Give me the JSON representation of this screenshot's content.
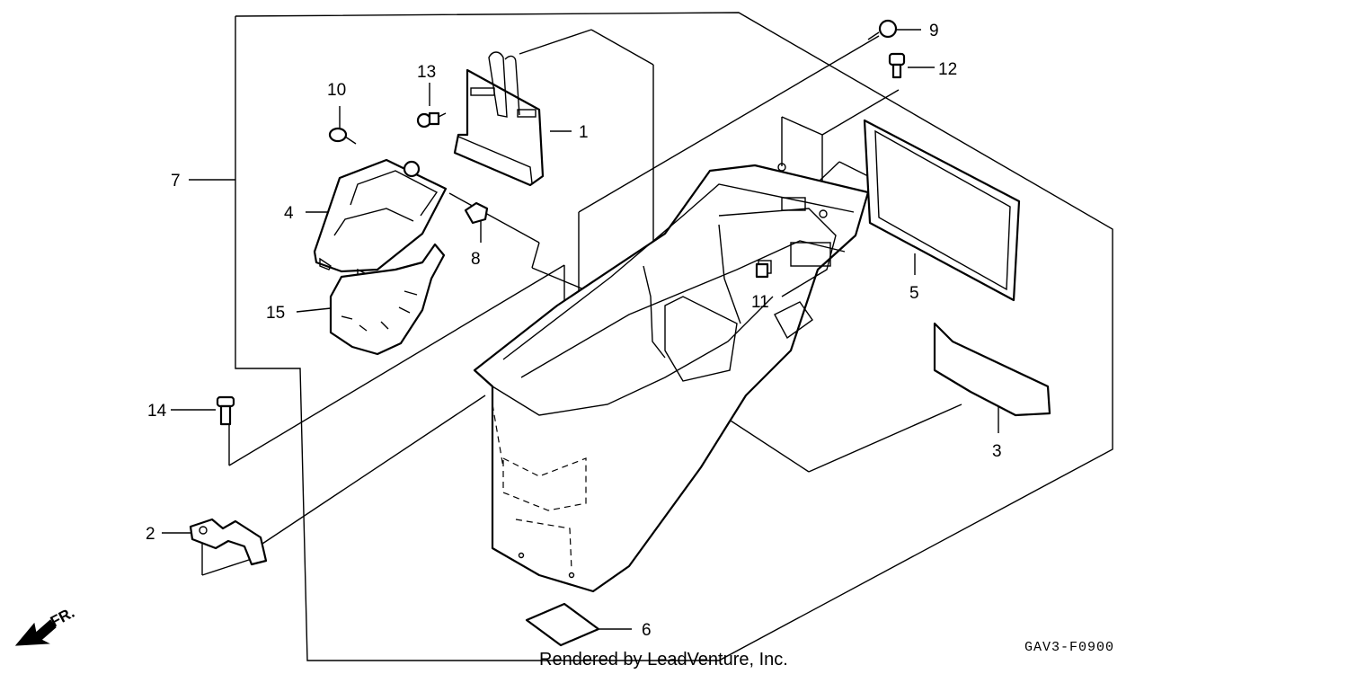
{
  "callouts": {
    "c1": "1",
    "c2": "2",
    "c3": "3",
    "c4": "4",
    "c5": "5",
    "c6": "6",
    "c7": "7",
    "c8": "8",
    "c9": "9",
    "c10": "10",
    "c11": "11",
    "c12": "12",
    "c13": "13",
    "c14": "14",
    "c15": "15"
  },
  "direction_label": "FR.",
  "diagram_code": "GAV3-F0900",
  "credit": "Rendered by LeadVenture, Inc."
}
